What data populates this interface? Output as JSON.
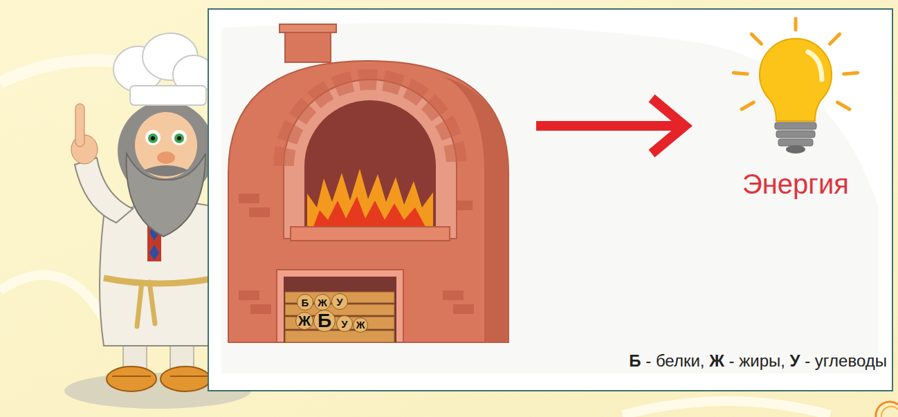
{
  "diagram": {
    "nodes": [
      {
        "text": [
          "Б"
        ]
      },
      {
        "text": [
          "Ж"
        ]
      },
      {
        "text": [
          "У"
        ]
      },
      {
        "text": [
          "Ж"
        ]
      },
      {
        "text": [
          "Б"
        ]
      },
      {
        "text": [
          "У"
        ]
      },
      {
        "text": [
          "Ж"
        ]
      },
      {
        "text": [
          "Энергия"
        ]
      }
    ],
    "labels": [
      "Б - белки, Ж - жиры, У - углеводы"
    ]
  }
}
